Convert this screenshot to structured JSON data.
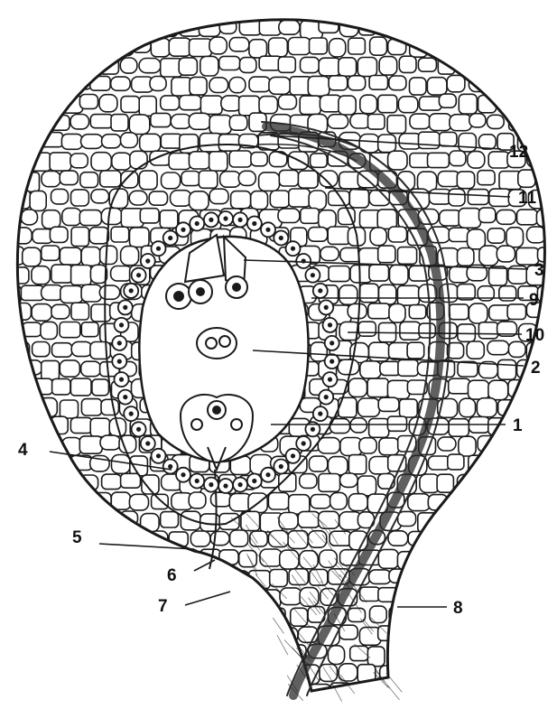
{
  "labels": [
    {
      "id": "1",
      "text": "1"
    },
    {
      "id": "2",
      "text": "2"
    },
    {
      "id": "3",
      "text": "3"
    },
    {
      "id": "4",
      "text": "4"
    },
    {
      "id": "5",
      "text": "5"
    },
    {
      "id": "6",
      "text": "6"
    },
    {
      "id": "7",
      "text": "7"
    },
    {
      "id": "8",
      "text": "8"
    },
    {
      "id": "9",
      "text": "9"
    },
    {
      "id": "10",
      "text": "10"
    },
    {
      "id": "11",
      "text": "11"
    },
    {
      "id": "12",
      "text": "12"
    }
  ],
  "colors": {
    "ink": "#1a1a1a",
    "paper": "#ffffff",
    "vascular": "#2b2b2b"
  }
}
